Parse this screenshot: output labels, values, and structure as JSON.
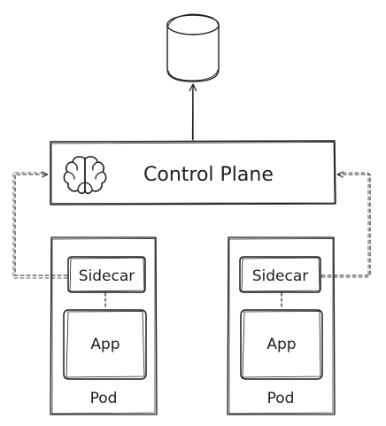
{
  "control_plane": {
    "label": "Control Plane"
  },
  "pods": [
    {
      "sidecar_label": "Sidecar",
      "app_label": "App",
      "pod_label": "Pod"
    },
    {
      "sidecar_label": "Sidecar",
      "app_label": "App",
      "pod_label": "Pod"
    }
  ],
  "colors": {
    "ink": "#1e1e1e",
    "background": "#ffffff"
  }
}
